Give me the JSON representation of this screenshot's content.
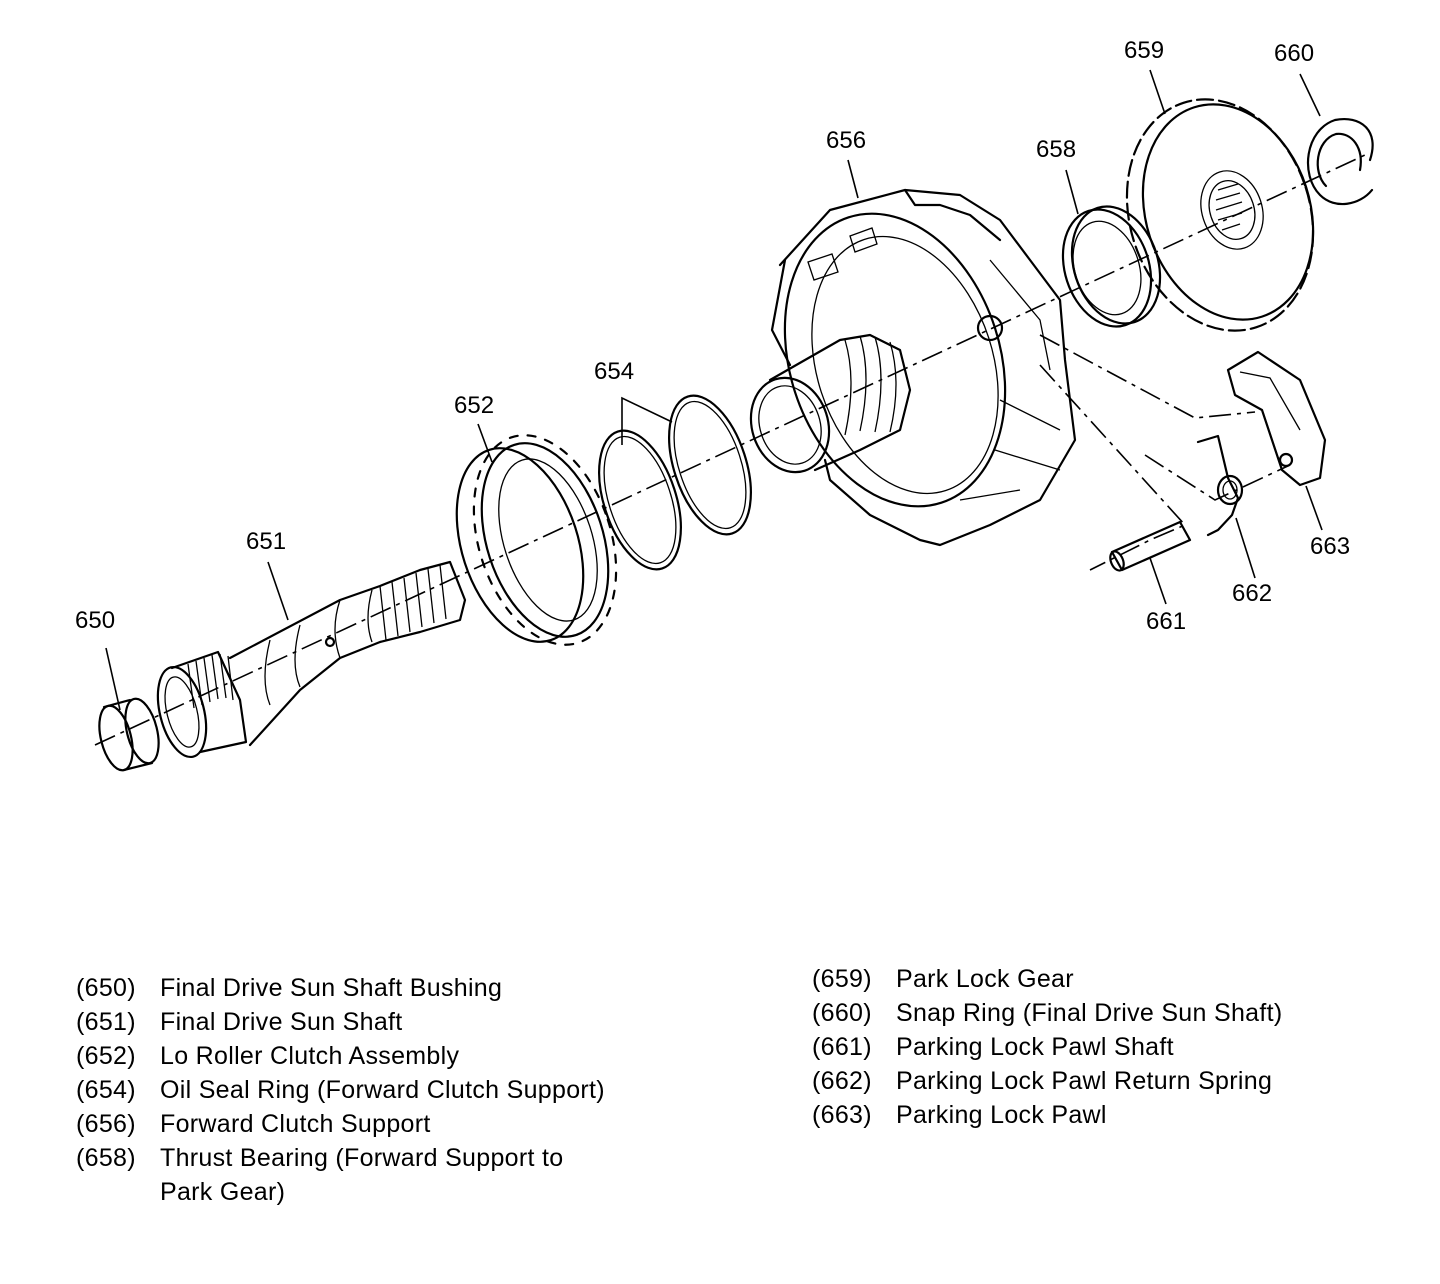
{
  "callouts": {
    "c650": "650",
    "c651": "651",
    "c652": "652",
    "c654": "654",
    "c656": "656",
    "c658": "658",
    "c659": "659",
    "c660": "660",
    "c661": "661",
    "c662": "662",
    "c663": "663"
  },
  "legend": {
    "left": [
      {
        "num": "(650)",
        "desc": "Final Drive Sun Shaft Bushing"
      },
      {
        "num": "(651)",
        "desc": "Final Drive Sun Shaft"
      },
      {
        "num": "(652)",
        "desc": "Lo Roller Clutch Assembly"
      },
      {
        "num": "(654)",
        "desc": "Oil Seal Ring (Forward Clutch Support)"
      },
      {
        "num": "(656)",
        "desc": "Forward Clutch Support"
      },
      {
        "num": "(658)",
        "desc": "Thrust Bearing (Forward Support to Park Gear)"
      }
    ],
    "right": [
      {
        "num": "(659)",
        "desc": "Park Lock Gear"
      },
      {
        "num": "(660)",
        "desc": "Snap Ring (Final Drive Sun Shaft)"
      },
      {
        "num": "(661)",
        "desc": "Parking Lock Pawl Shaft"
      },
      {
        "num": "(662)",
        "desc": "Parking Lock Pawl Return Spring"
      },
      {
        "num": "(663)",
        "desc": "Parking Lock Pawl"
      }
    ]
  }
}
